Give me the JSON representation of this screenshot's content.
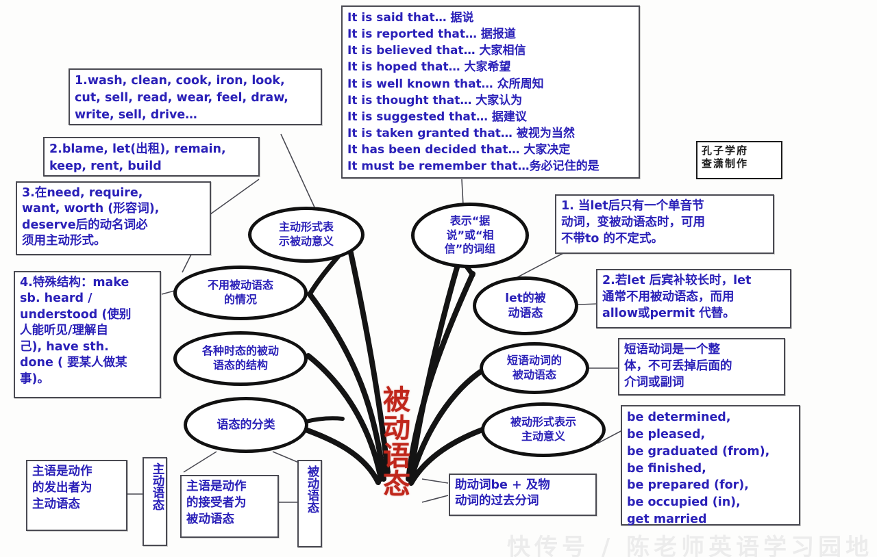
{
  "center": {
    "title": "被动语态",
    "color": "#c0271c"
  },
  "stamp": {
    "text": "孔子学府\n查潇制作"
  },
  "watermark": {
    "text": "快传号 / 陈老师英语学习园地"
  },
  "boxes": {
    "said_phrases": {
      "text": "It is said that…          据说\nIt is reported that…  据报道\nIt is believed that…    大家相信\nIt is hoped that…    大家希望\nIt is well known that…  众所周知\nIt is thought that…    大家认为\nIt is suggested that…    据建议\nIt is taken granted that…    被视为当然\nIt has been decided that…  大家决定\nIt must be remember that…务必记住的是"
    },
    "note1": {
      "text": "1.wash, clean, cook, iron, look,\ncut, sell, read, wear, feel, draw,\nwrite, sell, drive…"
    },
    "note2": {
      "text": "2.blame, let(出租), remain,\nkeep, rent, build"
    },
    "note3": {
      "text": "3.在need, require,\nwant, worth (形容词),\ndeserve后的动名词必\n须用主动形式。"
    },
    "note4": {
      "text": "4.特殊结构：make\nsb. heard /\nunderstood (使别\n人能听见/理解自\n己), have sth.\ndone ( 要某人做某\n事)。"
    },
    "let_rule1": {
      "text": "1. 当let后只有一个单音节\n动词，变被动语态时，可用\n不带to 的不定式。"
    },
    "let_rule2": {
      "text": "2.若let 后宾补较长时，let\n通常不用被动语态，而用\nallow或permit 代替。"
    },
    "phrasal_rule": {
      "text": "短语动词是一个整\n体，不可丢掉后面的\n介词或副词"
    },
    "be_adj_list": {
      "text": "be determined,\nbe pleased,\nbe graduated (from),\nbe finished,\nbe prepared (for),\nbe occupied (in),\nget married"
    },
    "structure": {
      "text": "助动词be + 及物\n动词的过去分词"
    },
    "active_def": {
      "text": "主语是动作\n的发出者为\n主动语态"
    },
    "active_label": {
      "text": "主动语态"
    },
    "passive_def": {
      "text": "主语是动作\n的接受者为\n被动语态"
    },
    "passive_label": {
      "text": "被动语态"
    }
  },
  "ovals": {
    "active_form_passive_meaning": {
      "text": "主动形式表\n示被动意义"
    },
    "no_passive_cases": {
      "text": "不用被动语态\n的情况"
    },
    "tense_structures": {
      "text": "各种时态的被动\n语态的结构"
    },
    "voice_classification": {
      "text": "语态的分类"
    },
    "said_believed_phrases": {
      "text": "表示“据\n说”或“相\n信”的词组"
    },
    "let_passive": {
      "text": "let的被\n动语态"
    },
    "phrasal_verb_passive": {
      "text": "短语动词的\n被动语态"
    },
    "passive_form_active_meaning": {
      "text": "被动形式表示\n主动意义"
    }
  }
}
